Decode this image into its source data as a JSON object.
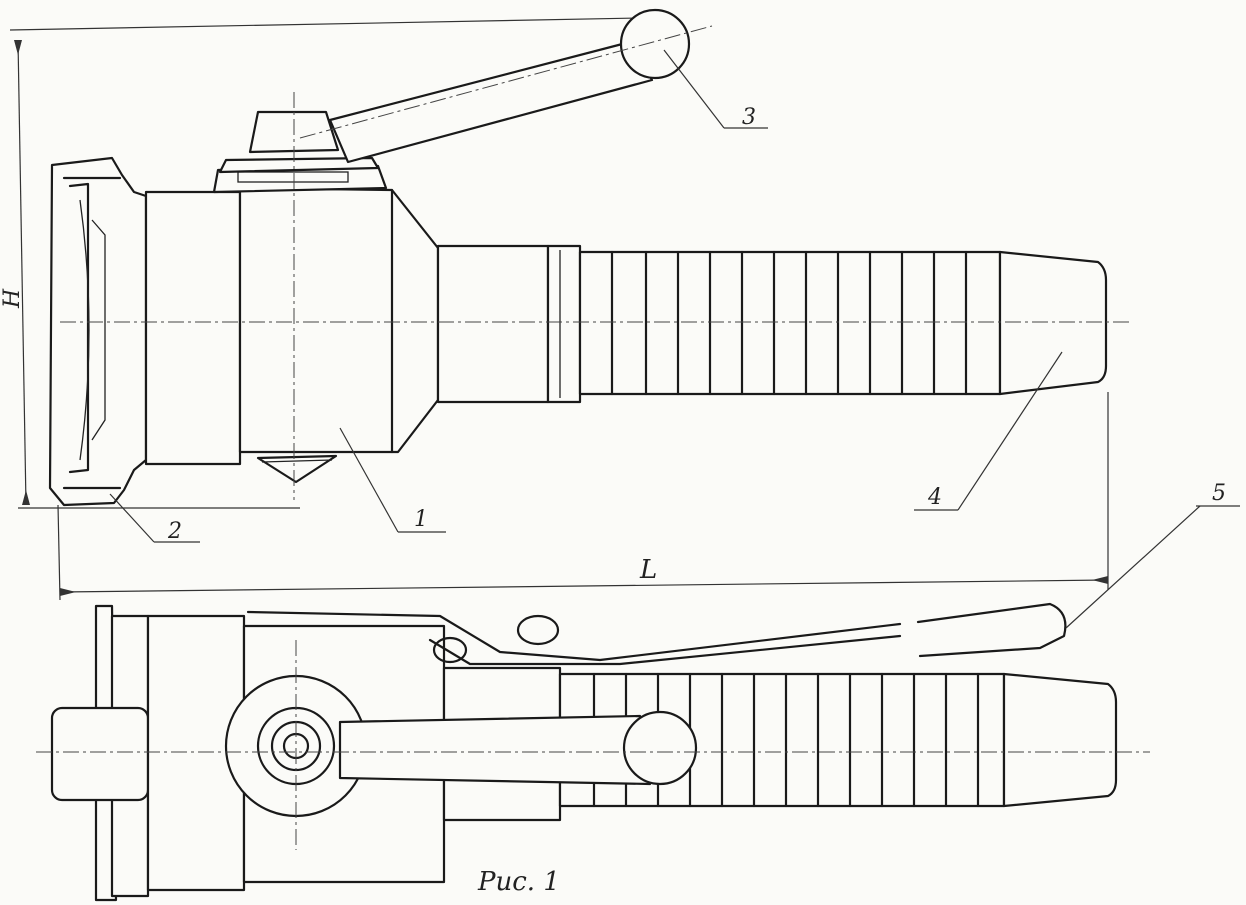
{
  "callouts": [
    {
      "id": "1",
      "text": "1"
    },
    {
      "id": "2",
      "text": "2"
    },
    {
      "id": "3",
      "text": "3"
    },
    {
      "id": "4",
      "text": "4"
    },
    {
      "id": "5",
      "text": "5"
    }
  ],
  "dimensions": {
    "length_label": "L",
    "height_label": "H"
  },
  "caption": "Рис. 1"
}
